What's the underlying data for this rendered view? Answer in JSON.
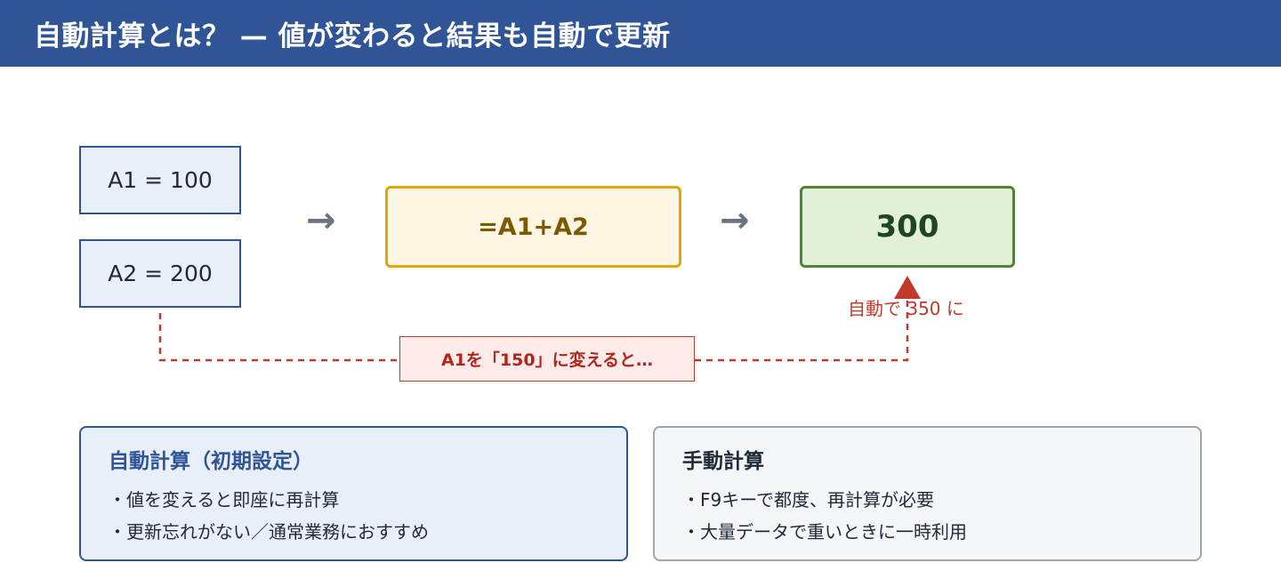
{
  "header": {
    "title": "自動計算とは？ — 値が変わると結果も自動で更新"
  },
  "diagram": {
    "cell_a1": "A1 = 100",
    "cell_a2": "A2 = 200",
    "arrow_glyph": "→",
    "formula": "=A1+A2",
    "result": "300",
    "auto_update_label": "自動で 350 に",
    "change_label": "A1を「150」に変えると…"
  },
  "panels": {
    "auto": {
      "title": "自動計算（初期設定）",
      "items": [
        "・値を変えると即座に再計算",
        "・更新忘れがない／通常業務におすすめ"
      ]
    },
    "manual": {
      "title": "手動計算",
      "items": [
        "・F9キーで都度、再計算が必要",
        "・大量データで重いときに一時利用"
      ]
    }
  },
  "colors": {
    "header_bg": "#2f5597",
    "cell_bg": "#e9eff9",
    "formula_border": "#e0a800",
    "result_border": "#548235",
    "accent_red": "#c0392b"
  }
}
